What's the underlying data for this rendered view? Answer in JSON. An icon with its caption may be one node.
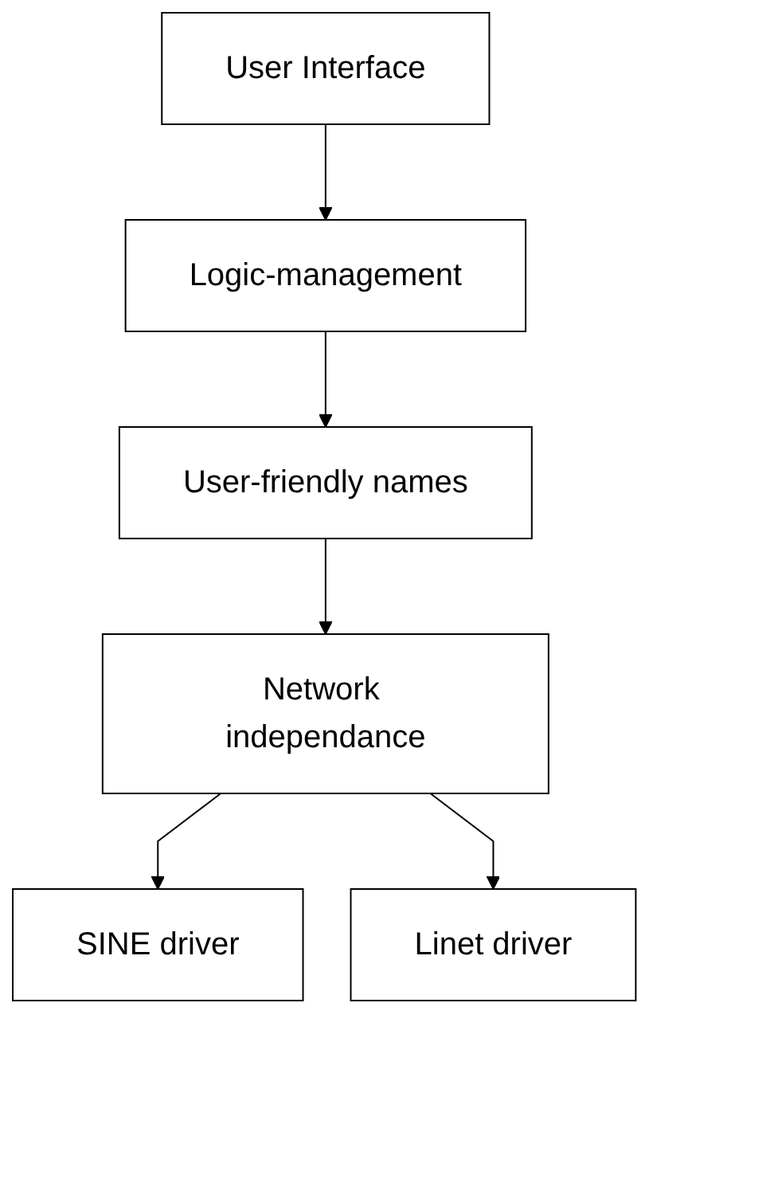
{
  "diagram": {
    "nodes": [
      {
        "text": [
          "User Interface"
        ]
      },
      {
        "text": [
          "Logic-management"
        ]
      },
      {
        "text": [
          "User-friendly names"
        ]
      },
      {
        "text": [
          "Network independance"
        ]
      },
      {
        "text": [
          "SINE driver"
        ]
      },
      {
        "text": [
          "Linet driver"
        ]
      }
    ],
    "edges": [
      {
        "from": 0,
        "to": 1,
        "arrow": "to"
      },
      {
        "from": 1,
        "to": 2,
        "arrow": "to"
      },
      {
        "from": 2,
        "to": 3,
        "arrow": "to"
      },
      {
        "from": 3,
        "to": 4,
        "arrow": "to"
      },
      {
        "from": 3,
        "to": 5,
        "arrow": "to"
      }
    ]
  }
}
